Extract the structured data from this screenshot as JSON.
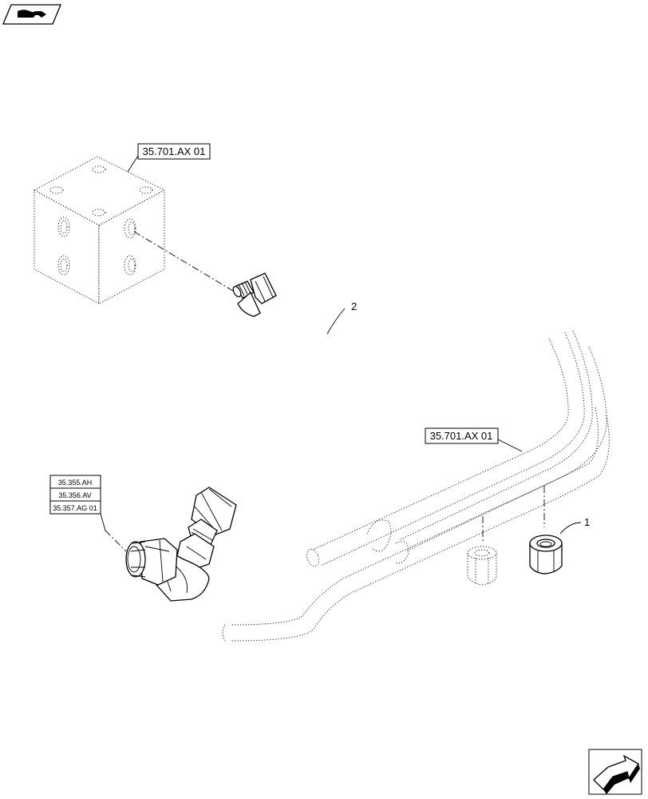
{
  "references": {
    "valve_block_ref": "35.701.AX 01",
    "tube_bundle_ref": "35.701.AX 01",
    "fitting_refs": [
      "35.355.AH",
      "35.356.AV",
      "35.357.AG 01"
    ]
  },
  "callouts": {
    "part_1": "1",
    "part_2": "2"
  },
  "icons": {
    "top_left": "book-hand-icon",
    "bottom_right": "next-page-arrow-icon"
  }
}
